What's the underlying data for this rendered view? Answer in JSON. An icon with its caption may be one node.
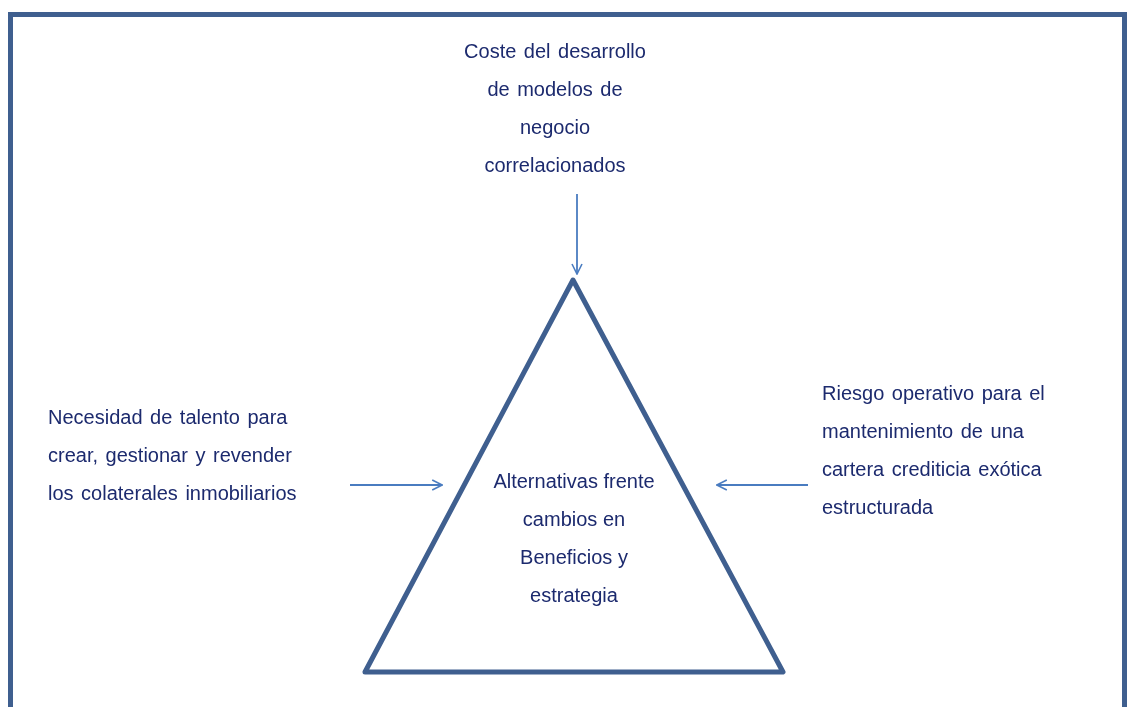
{
  "diagram": {
    "nodes": [
      {
        "text": [
          "Coste del desarrollo de modelos de negocio correlacionados"
        ]
      },
      {
        "text": [
          "Necesidad de talento para crear, gestionar y revender los colaterales inmobiliarios"
        ]
      },
      {
        "text": [
          "Alternativas frente cambios en Beneficios y estrategia"
        ]
      },
      {
        "text": [
          "Riesgo operativo para el mantenimiento de una cartera crediticia exótica estructurada"
        ]
      }
    ],
    "edges": [
      {
        "from": 0,
        "to": 2,
        "arrow": "to"
      },
      {
        "from": 1,
        "to": 2,
        "arrow": "to"
      },
      {
        "from": 3,
        "to": 2,
        "arrow": "to"
      }
    ]
  }
}
